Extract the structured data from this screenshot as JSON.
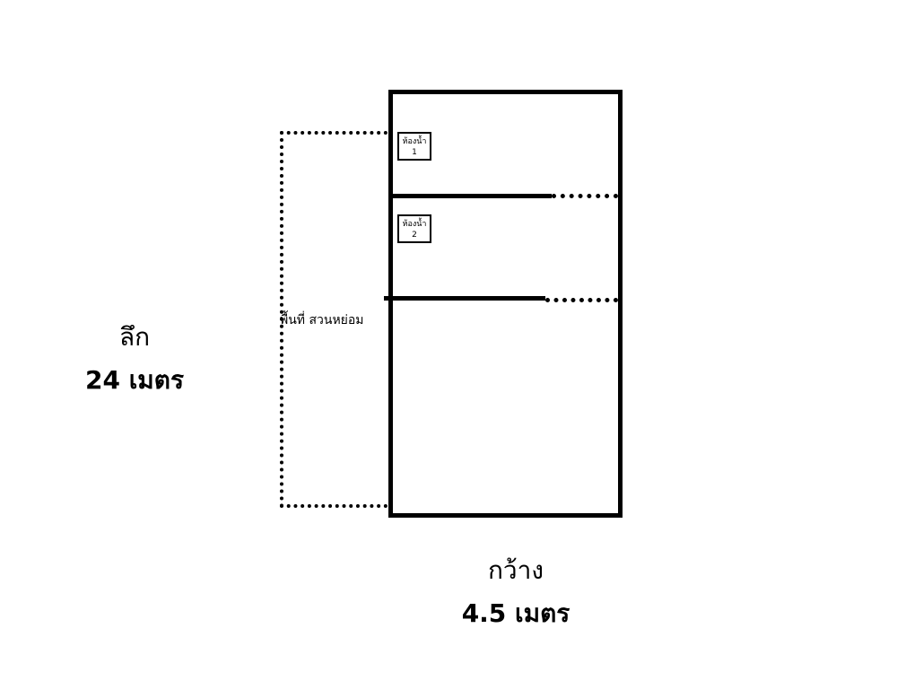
{
  "garden": {
    "label": "พื้นที่ สวนหย่อม"
  },
  "bathrooms": [
    {
      "name": "ห้องน้ำ",
      "number": "1"
    },
    {
      "name": "ห้องน้ำ",
      "number": "2"
    }
  ],
  "depth": {
    "label": "ลึก",
    "value": "24 เมตร"
  },
  "width": {
    "label": "กว้าง",
    "value": "4.5 เมตร"
  }
}
